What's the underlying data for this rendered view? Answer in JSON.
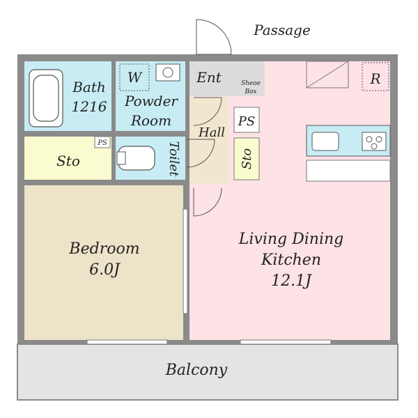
{
  "labels": {
    "passage": "Passage",
    "bath": "Bath",
    "bath_size": "1216",
    "washer": "W",
    "powder_room_1": "Powder",
    "powder_room_2": "Room",
    "entrance": "Ent",
    "shoe_box_1": "Sheoe",
    "shoe_box_2": "Box",
    "refrigerator": "R",
    "pipe_space_hall": "PS",
    "pipe_space_small": "PS",
    "storage_left": "Sto",
    "toilet": "Toilet",
    "hall": "Hall",
    "storage_hall": "Sto",
    "bedroom": "Bedroom",
    "bedroom_size": "6.0J",
    "ldk_1": "Living Dining",
    "ldk_2": "Kitchen",
    "ldk_size": "12.1J",
    "balcony": "Balcony"
  },
  "colors": {
    "wall": "#8a8a8a",
    "wet_area": "#c8ecf4",
    "storage": "#fbfbd0",
    "bedroom": "#ede3c8",
    "ldk": "#fde2e6",
    "hall": "#f1e7cf",
    "entrance": "#dcdcdc",
    "balcony": "#e4e4e4",
    "ps": "#ffffff"
  }
}
